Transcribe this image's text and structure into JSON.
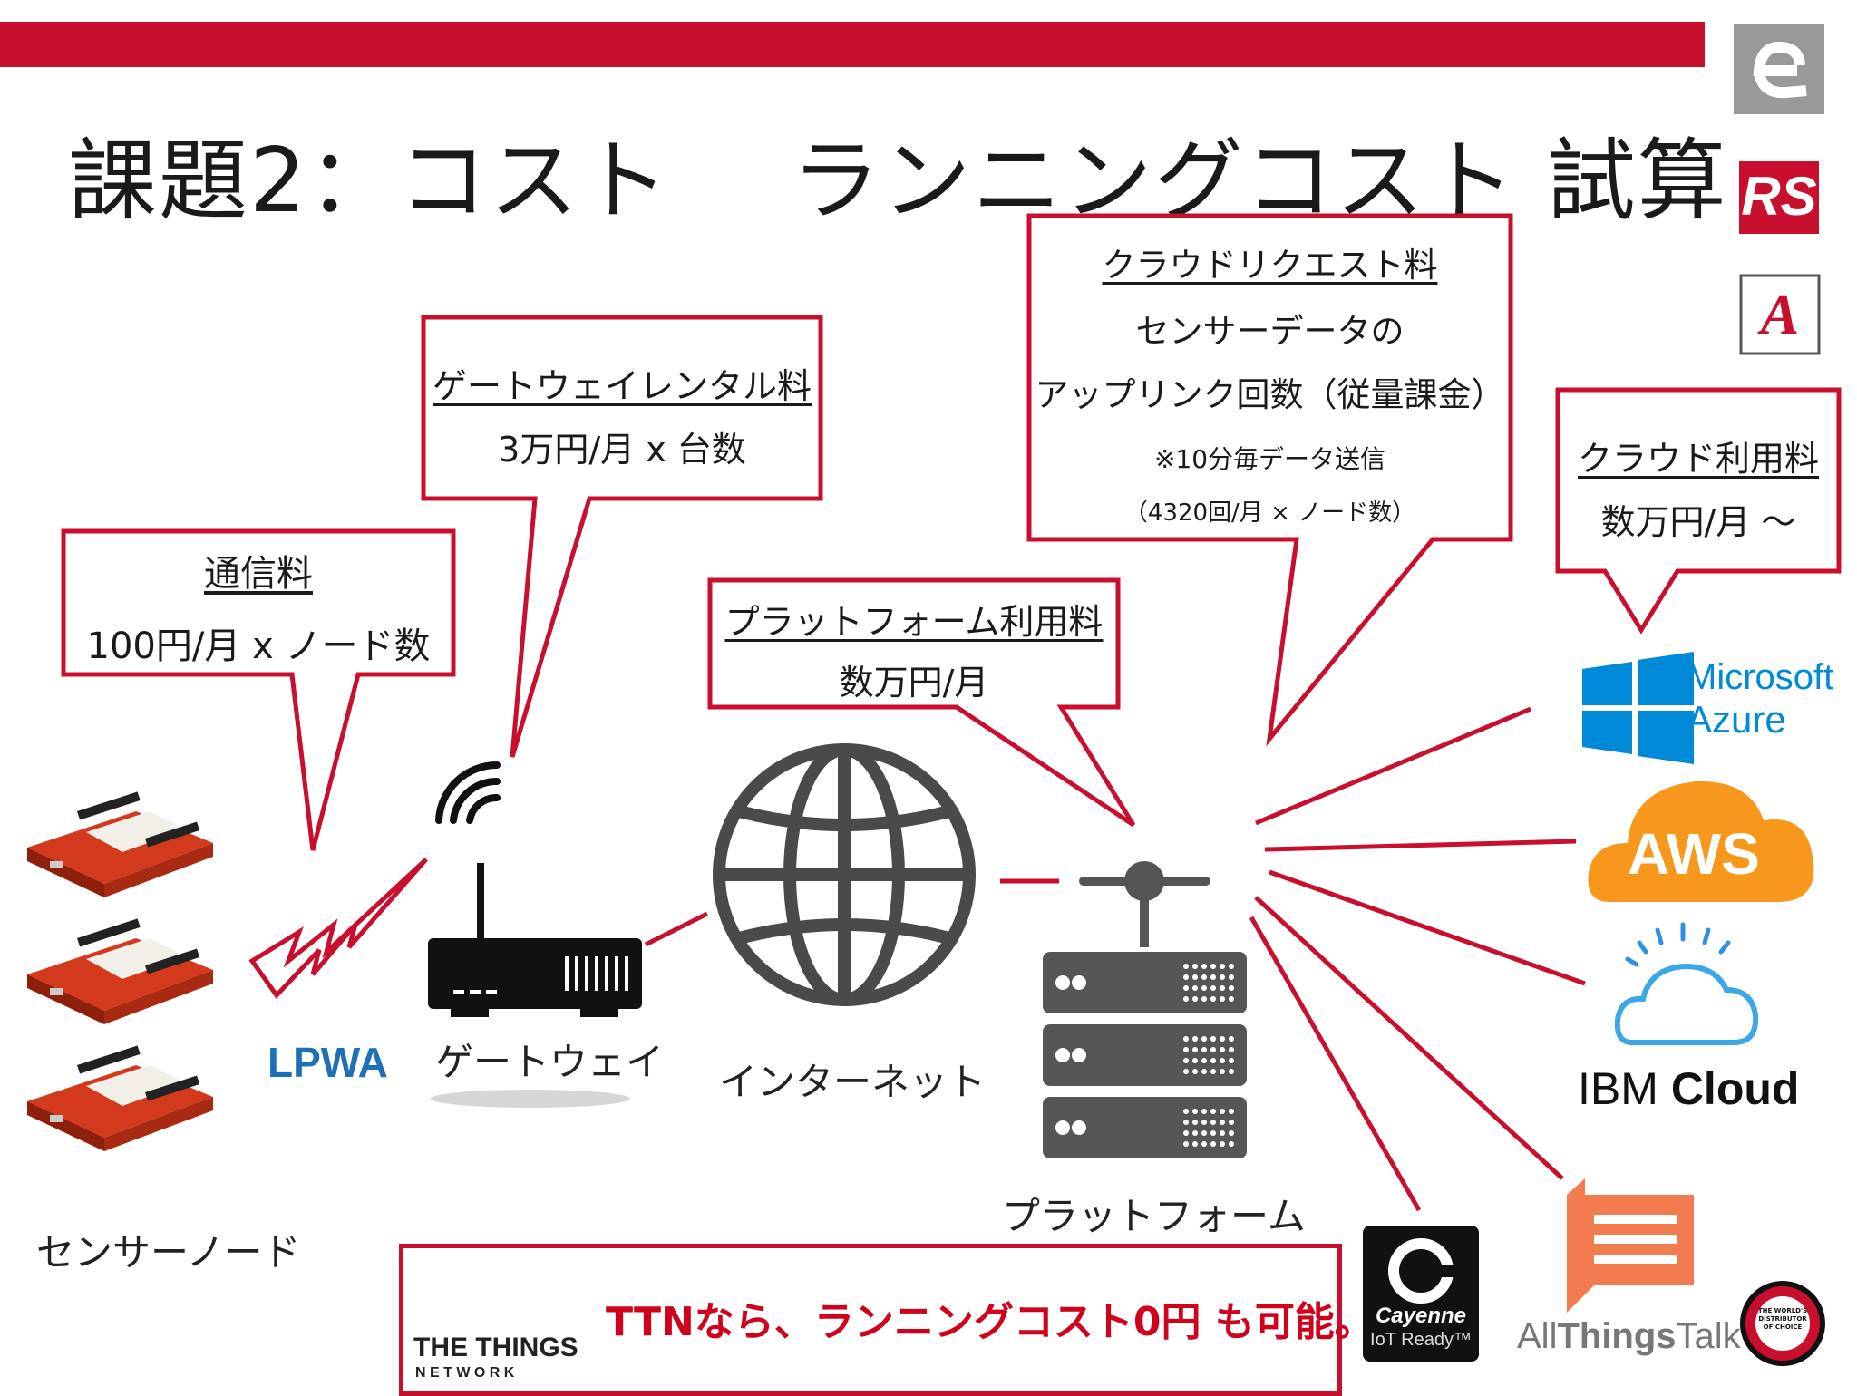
{
  "slide": {
    "title": "課題2：コスト　 ランニングコスト  試算"
  },
  "bubbles": {
    "tsushin": {
      "heading": "通信料",
      "line1": "100円/月 x ノード数"
    },
    "gateway_rental": {
      "heading": "ゲートウェイレンタル料",
      "line1": "3万円/月 x 台数"
    },
    "platform_fee": {
      "heading": "プラットフォーム利用料",
      "line1": "数万円/月"
    },
    "cloud_request": {
      "heading": "クラウドリクエスト料",
      "line1": "センサーデータの",
      "line2": "アップリンク回数（従量課金）",
      "line3": "※10分毎データ送信",
      "line4": "（4320回/月 × ノード数）"
    },
    "cloud_usage": {
      "heading": "クラウド利用料",
      "line1": "数万円/月 〜"
    }
  },
  "labels": {
    "sensor_node": "センサーノード",
    "lpwa": "LPWA",
    "gateway": "ゲートウェイ",
    "internet": "インターネット",
    "platform": "プラットフォーム"
  },
  "clouds": {
    "azure_line1": "Microsoft",
    "azure_line2": "Azure",
    "aws": "AWS",
    "ibm_a": "IBM",
    "ibm_b": "Cloud",
    "cayenne_title": "Cayenne",
    "cayenne_sub": "IoT Ready™",
    "allthingstalk_a": "All",
    "allthingstalk_b": "Things",
    "allthingstalk_c": "Talk"
  },
  "ttn": {
    "logo_line1": "THE THINGS",
    "logo_line2": "N E T W O R K",
    "message": "TTNなら、ランニングコスト0円 も可能。"
  },
  "side_logos": {
    "rs": "RS",
    "a": "A",
    "distributor": "THE WORLD'S DISTRIBUTOR OF CHOICE"
  },
  "colors": {
    "accent_red": "#c8102e",
    "lpwa_blue": "#1d6fb8",
    "aws_orange": "#f7981d",
    "azure_blue": "#0089d6"
  }
}
